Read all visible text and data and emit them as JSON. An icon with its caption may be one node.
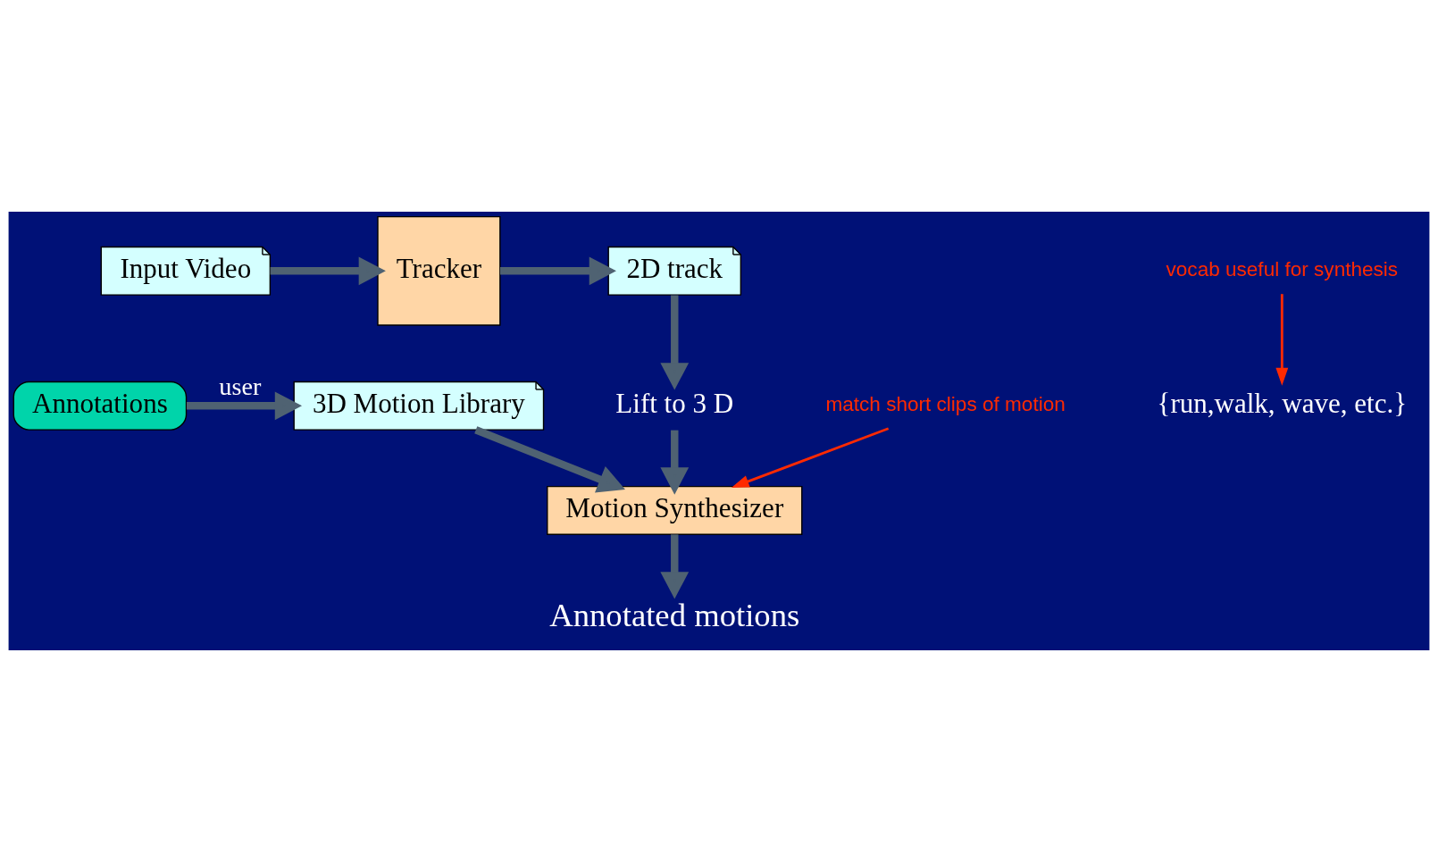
{
  "diagram": {
    "nodes": [
      {
        "text": [
          "Annotations"
        ]
      },
      {
        "text": [
          "3D Motion Library"
        ]
      },
      {
        "text": [
          "Motion Synthesizer"
        ]
      },
      {
        "text": [
          "Annotated motions"
        ]
      },
      {
        "text": [
          "Input Video"
        ]
      },
      {
        "text": [
          "Tracker"
        ]
      },
      {
        "text": [
          "2D track"
        ]
      },
      {
        "text": [
          "Lift to 3 D"
        ]
      },
      {
        "text": [
          "{run,walk, wave, etc.}"
        ]
      },
      {
        "text": [
          "vocab useful for synthesis"
        ]
      },
      {
        "text": [
          "match short clips of motion"
        ]
      }
    ],
    "edges": [
      {
        "from": 0,
        "to": 1,
        "arrow": "to",
        "label": "user"
      },
      {
        "from": 1,
        "to": 2,
        "arrow": "to"
      },
      {
        "from": 2,
        "to": 3,
        "arrow": "to"
      },
      {
        "from": 4,
        "to": 5,
        "arrow": "to"
      },
      {
        "from": 5,
        "to": 6,
        "arrow": "to"
      },
      {
        "from": 6,
        "to": 7,
        "arrow": "to"
      },
      {
        "from": 7,
        "to": 2,
        "arrow": "to"
      },
      {
        "from": 9,
        "to": 8,
        "arrow": "to",
        "color": "#ff2a00"
      },
      {
        "from": 10,
        "to": 2,
        "arrow": "to",
        "color": "#ff2a00"
      }
    ]
  }
}
